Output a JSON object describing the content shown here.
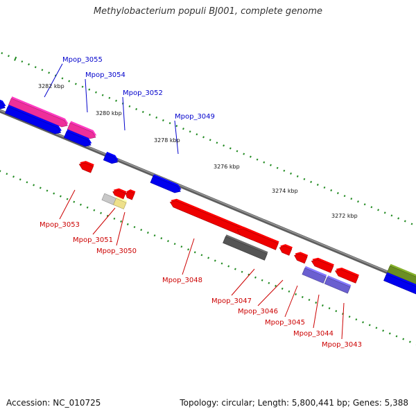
{
  "title": "Methylobacterium populi BJ001, complete genome",
  "footer": {
    "accession": "Accession: NC_010725",
    "summary": "Topology: circular; Length: 5,800,441 bp; Genes: 5,388"
  },
  "ticks": [
    "3282 kbp",
    "3280 kbp",
    "3278 kbp",
    "3276 kbp",
    "3274 kbp",
    "3272 kbp"
  ],
  "genes": {
    "forward": [
      "Mpop_3055",
      "Mpop_3054",
      "Mpop_3052",
      "Mpop_3049"
    ],
    "reverse": [
      "Mpop_3053",
      "Mpop_3051",
      "Mpop_3050",
      "Mpop_3048",
      "Mpop_3047",
      "Mpop_3046",
      "Mpop_3045",
      "Mpop_3044",
      "Mpop_3043"
    ]
  },
  "colors": {
    "backbone": "#7a7a7a",
    "forward_gene": "#0000ee",
    "reverse_gene": "#ee0000",
    "pink_gene": "#ee2f9a",
    "gray_gene": "#555555",
    "lightgray_gene": "#c8c8c8",
    "yellow_gene": "#eee08a",
    "purple_gene": "#6a5fd0",
    "olive_gene": "#6b8e23",
    "tick_green": "#228b22",
    "forward_label": "#0000cc",
    "reverse_label": "#cc0000"
  }
}
